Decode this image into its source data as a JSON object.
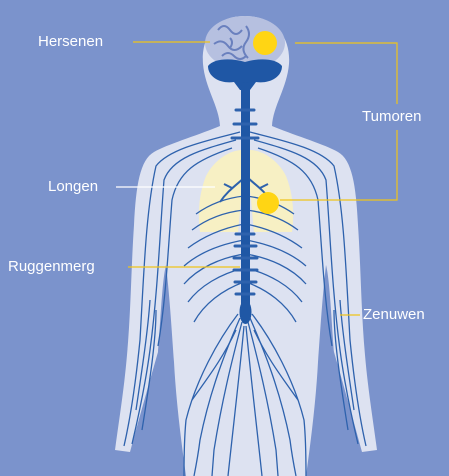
{
  "labels": {
    "hersenen": "Hersenen",
    "tumoren": "Tumoren",
    "longen": "Longen",
    "ruggenmerg": "Ruggenmerg",
    "zenuwen": "Zenuwen"
  },
  "colors": {
    "background": "#7b93cc",
    "body": "#dde2f1",
    "nerve": "#2e62ad",
    "spine": "#1f57a5",
    "brain": "#b6c0e0",
    "lungs": "#f7f0c4",
    "tumor": "#ffd514",
    "leader_yellow": "#f0c419",
    "leader_white": "#ffffff"
  }
}
